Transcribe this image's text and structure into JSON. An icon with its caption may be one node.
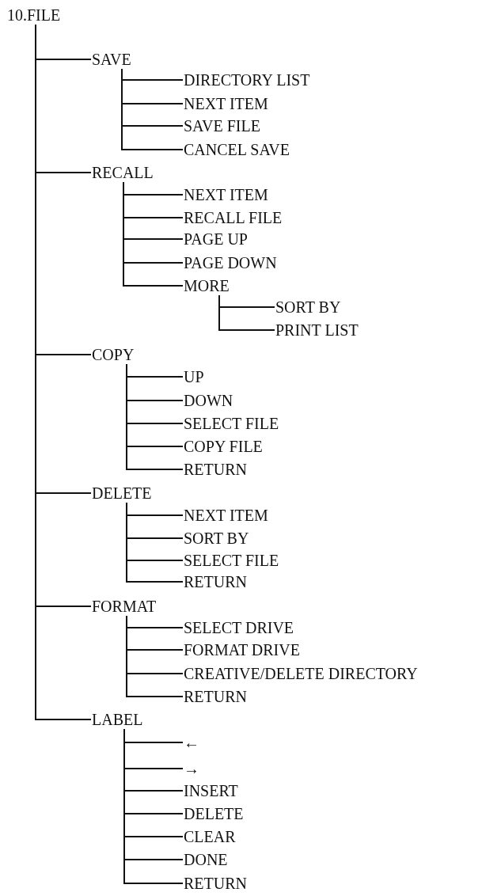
{
  "diagram": {
    "nodes": [
      {
        "text": [
          "10.FILE"
        ]
      },
      {
        "text": [
          "SAVE"
        ]
      },
      {
        "text": [
          "DIRECTORY LIST"
        ]
      },
      {
        "text": [
          "NEXT ITEM"
        ]
      },
      {
        "text": [
          "SAVE FILE"
        ]
      },
      {
        "text": [
          "CANCEL SAVE"
        ]
      },
      {
        "text": [
          "RECALL"
        ]
      },
      {
        "text": [
          "NEXT ITEM"
        ]
      },
      {
        "text": [
          "RECALL FILE"
        ]
      },
      {
        "text": [
          "PAGE UP"
        ]
      },
      {
        "text": [
          "PAGE DOWN"
        ]
      },
      {
        "text": [
          "MORE"
        ]
      },
      {
        "text": [
          "SORT BY"
        ]
      },
      {
        "text": [
          "PRINT LIST"
        ]
      },
      {
        "text": [
          "COPY"
        ]
      },
      {
        "text": [
          "UP"
        ]
      },
      {
        "text": [
          "DOWN"
        ]
      },
      {
        "text": [
          "SELECT FILE"
        ]
      },
      {
        "text": [
          "COPY FILE"
        ]
      },
      {
        "text": [
          "RETURN"
        ]
      },
      {
        "text": [
          "DELETE"
        ]
      },
      {
        "text": [
          "NEXT ITEM"
        ]
      },
      {
        "text": [
          "SORT BY"
        ]
      },
      {
        "text": [
          "SELECT FILE"
        ]
      },
      {
        "text": [
          "RETURN"
        ]
      },
      {
        "text": [
          "FORMAT"
        ]
      },
      {
        "text": [
          "SELECT DRIVE"
        ]
      },
      {
        "text": [
          "FORMAT DRIVE"
        ]
      },
      {
        "text": [
          "CREATIVE/DELETE DIRECTORY"
        ]
      },
      {
        "text": [
          "RETURN"
        ]
      },
      {
        "text": [
          "LABEL"
        ]
      },
      {
        "text": [
          "←"
        ]
      },
      {
        "text": [
          "→"
        ]
      },
      {
        "text": [
          "INSERT"
        ]
      },
      {
        "text": [
          "DELETE"
        ]
      },
      {
        "text": [
          "CLEAR"
        ]
      },
      {
        "text": [
          "DONE"
        ]
      },
      {
        "text": [
          "RETURN"
        ]
      }
    ],
    "edges": [
      {
        "from": 0,
        "to": 1,
        "arrow": "none"
      },
      {
        "from": 1,
        "to": 2,
        "arrow": "none"
      },
      {
        "from": 1,
        "to": 3,
        "arrow": "none"
      },
      {
        "from": 1,
        "to": 4,
        "arrow": "none"
      },
      {
        "from": 1,
        "to": 5,
        "arrow": "none"
      },
      {
        "from": 0,
        "to": 6,
        "arrow": "none"
      },
      {
        "from": 6,
        "to": 7,
        "arrow": "none"
      },
      {
        "from": 6,
        "to": 8,
        "arrow": "none"
      },
      {
        "from": 6,
        "to": 9,
        "arrow": "none"
      },
      {
        "from": 6,
        "to": 10,
        "arrow": "none"
      },
      {
        "from": 6,
        "to": 11,
        "arrow": "none"
      },
      {
        "from": 11,
        "to": 12,
        "arrow": "none"
      },
      {
        "from": 11,
        "to": 13,
        "arrow": "none"
      },
      {
        "from": 0,
        "to": 14,
        "arrow": "none"
      },
      {
        "from": 14,
        "to": 15,
        "arrow": "none"
      },
      {
        "from": 14,
        "to": 16,
        "arrow": "none"
      },
      {
        "from": 14,
        "to": 17,
        "arrow": "none"
      },
      {
        "from": 14,
        "to": 18,
        "arrow": "none"
      },
      {
        "from": 14,
        "to": 19,
        "arrow": "none"
      },
      {
        "from": 0,
        "to": 20,
        "arrow": "none"
      },
      {
        "from": 20,
        "to": 21,
        "arrow": "none"
      },
      {
        "from": 20,
        "to": 22,
        "arrow": "none"
      },
      {
        "from": 20,
        "to": 23,
        "arrow": "none"
      },
      {
        "from": 20,
        "to": 24,
        "arrow": "none"
      },
      {
        "from": 0,
        "to": 25,
        "arrow": "none"
      },
      {
        "from": 25,
        "to": 26,
        "arrow": "none"
      },
      {
        "from": 25,
        "to": 27,
        "arrow": "none"
      },
      {
        "from": 25,
        "to": 28,
        "arrow": "none"
      },
      {
        "from": 25,
        "to": 29,
        "arrow": "none"
      },
      {
        "from": 0,
        "to": 30,
        "arrow": "none"
      },
      {
        "from": 30,
        "to": 31,
        "arrow": "none"
      },
      {
        "from": 30,
        "to": 32,
        "arrow": "none"
      },
      {
        "from": 30,
        "to": 33,
        "arrow": "none"
      },
      {
        "from": 30,
        "to": 34,
        "arrow": "none"
      },
      {
        "from": 30,
        "to": 35,
        "arrow": "none"
      },
      {
        "from": 30,
        "to": 36,
        "arrow": "none"
      },
      {
        "from": 30,
        "to": 37,
        "arrow": "none"
      }
    ]
  }
}
